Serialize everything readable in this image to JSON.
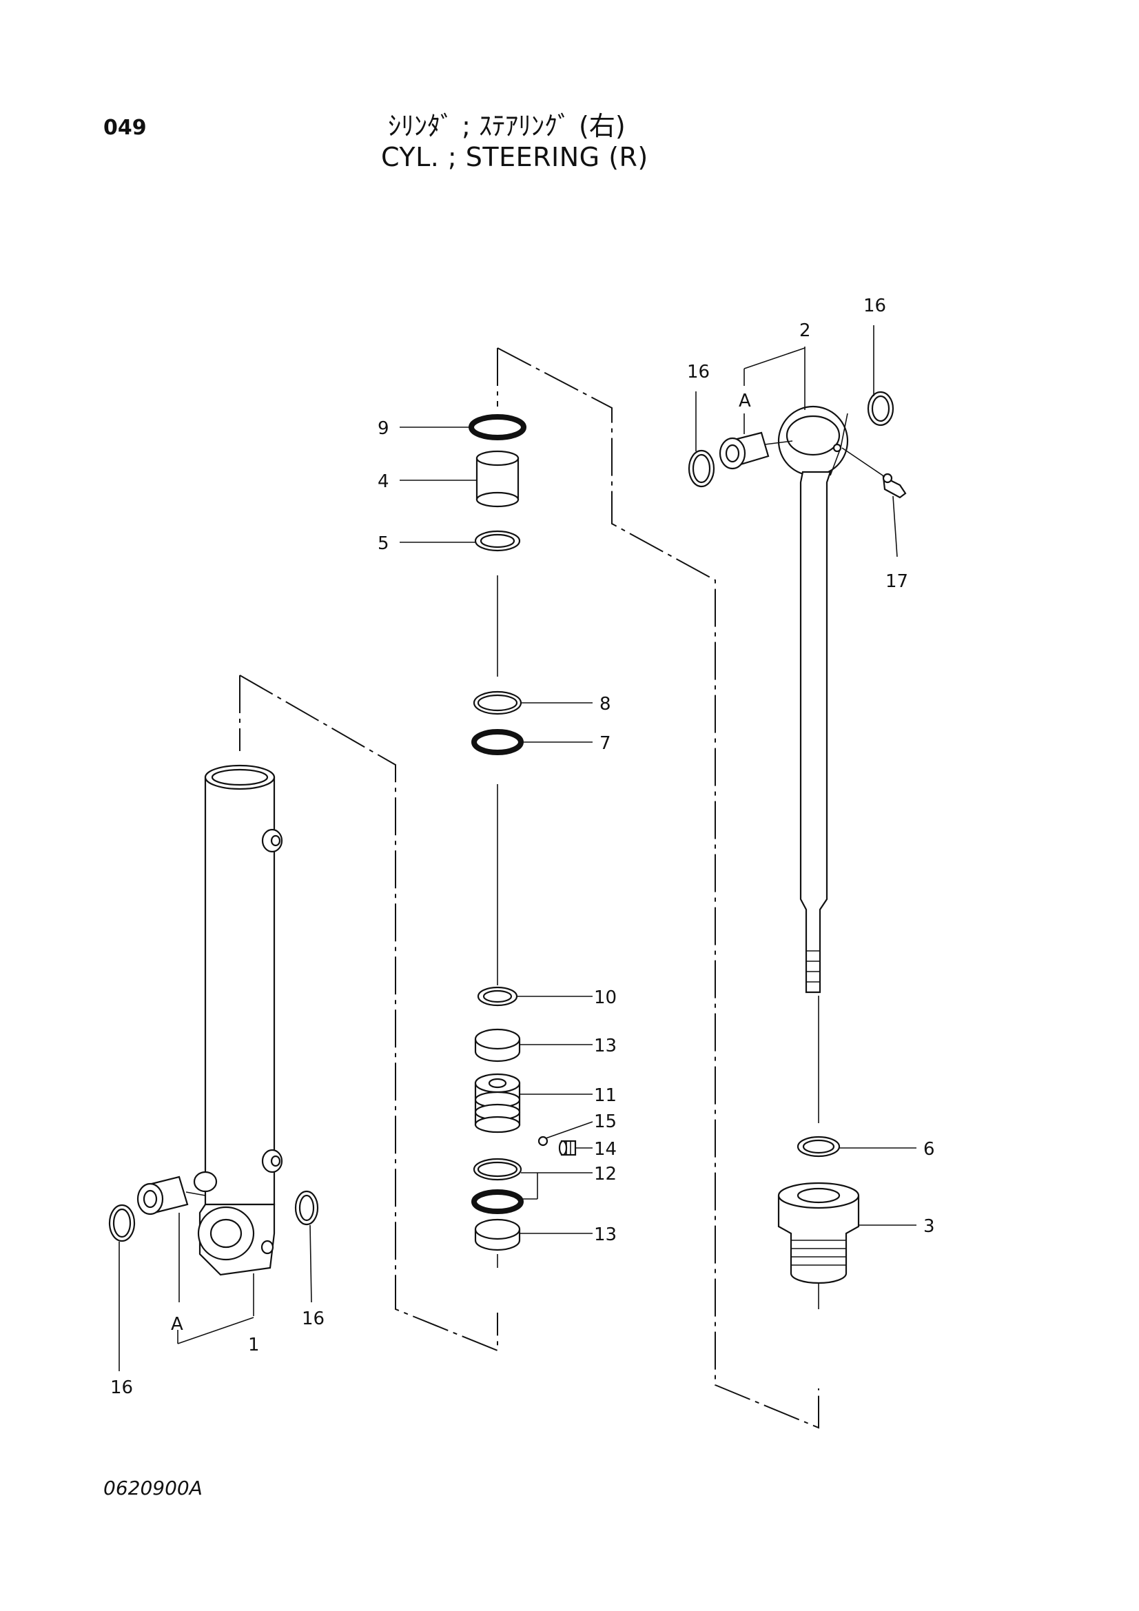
{
  "header": {
    "page_number": "049",
    "title_jp": "ｼﾘﾝﾀﾞ ; ｽﾃｱﾘﾝｸﾞ (右)",
    "title_en": "CYL. ; STEERING (R)"
  },
  "footer": {
    "drawing_number": "0620900A"
  },
  "callouts": {
    "c1": "1",
    "c2": "2",
    "c3": "3",
    "c4": "4",
    "c5": "5",
    "c6": "6",
    "c7": "7",
    "c8": "8",
    "c9": "9",
    "c10": "10",
    "c11": "11",
    "c12": "12",
    "c13a": "13",
    "c13b": "13",
    "c14": "14",
    "c15": "15",
    "c16a": "16",
    "c16b": "16",
    "c16c": "16",
    "c16d": "16",
    "c17": "17",
    "ref_a1": "A",
    "ref_a2": "A"
  }
}
